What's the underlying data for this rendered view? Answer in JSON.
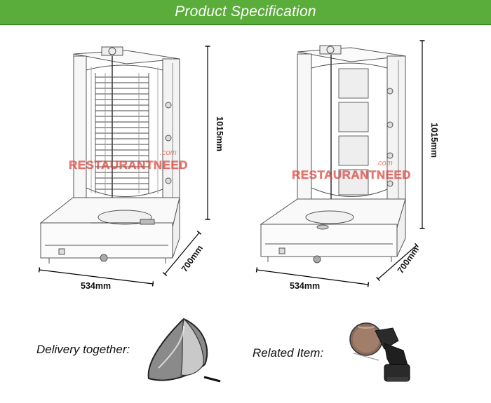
{
  "header": {
    "title": "Product Specification"
  },
  "machines": [
    {
      "height": "1015mm",
      "width": "534mm",
      "depth": "700mm",
      "watermark": "RESTAURANTNEED",
      "watermark_suffix": ".com"
    },
    {
      "height": "1015mm",
      "width": "534mm",
      "depth": "700mm",
      "watermark": "RESTAURANTNEED",
      "watermark_suffix": ".com"
    }
  ],
  "accessories": {
    "delivery_label": "Delivery together:",
    "related_label": "Related Item:",
    "delivery_icon": "drip-tray-icon",
    "related_icon": "electric-kebab-knife-icon"
  },
  "colors": {
    "header_bg": "#5aac3b",
    "watermark": "#e1463c"
  }
}
